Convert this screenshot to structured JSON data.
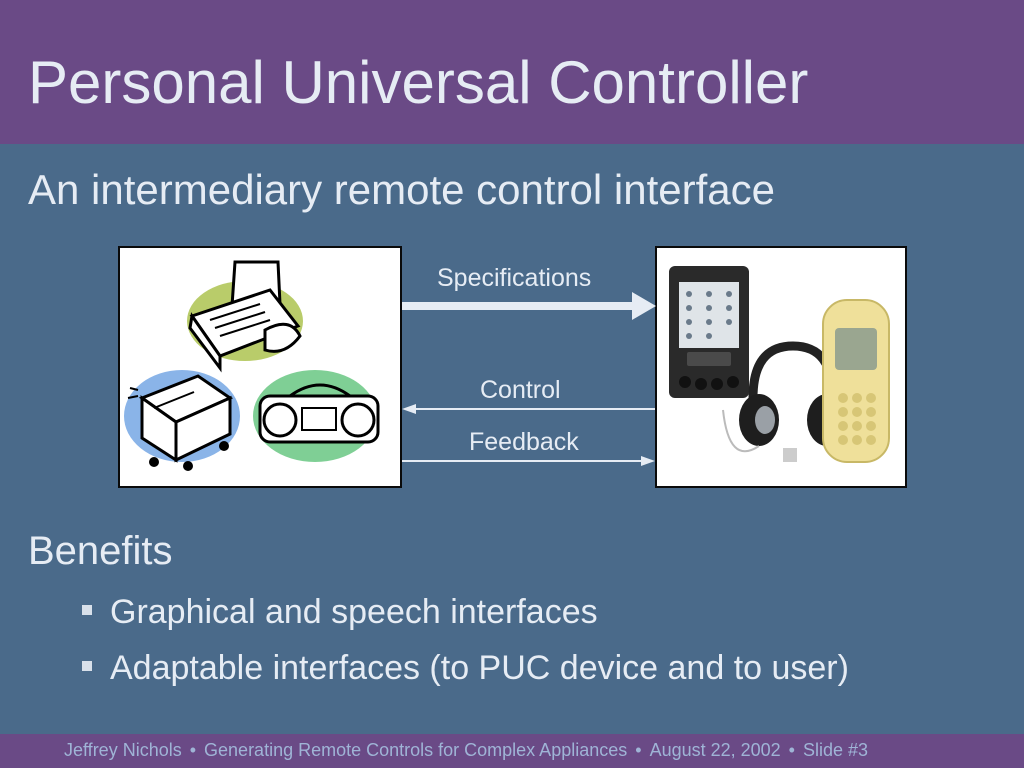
{
  "slide": {
    "title": "Personal Universal Controller",
    "subtitle": "An intermediary remote control interface"
  },
  "diagram": {
    "arrows": [
      {
        "label": "Specifications",
        "direction": "right"
      },
      {
        "label": "Control",
        "direction": "left"
      },
      {
        "label": "Feedback",
        "direction": "right"
      }
    ],
    "left_panel_icons": [
      "fax-machine-icon",
      "printer-icon",
      "boombox-icon"
    ],
    "right_panel_icons": [
      "pda-icon",
      "headphones-icon",
      "mobile-phone-icon"
    ]
  },
  "benefits": {
    "heading": "Benefits",
    "items": [
      "Graphical and speech interfaces",
      "Adaptable interfaces (to PUC device and to user)"
    ]
  },
  "footer": {
    "author": "Jeffrey Nichols",
    "talk_title": "Generating Remote Controls for Complex Appliances",
    "date": "August 22, 2002",
    "slide_number": "Slide #3",
    "separator": "•"
  },
  "colors": {
    "title_bar": "#6a4a86",
    "body_background": "#4a6a8a",
    "text": "#e6ecf4",
    "footer_text": "#9fb4d6"
  }
}
